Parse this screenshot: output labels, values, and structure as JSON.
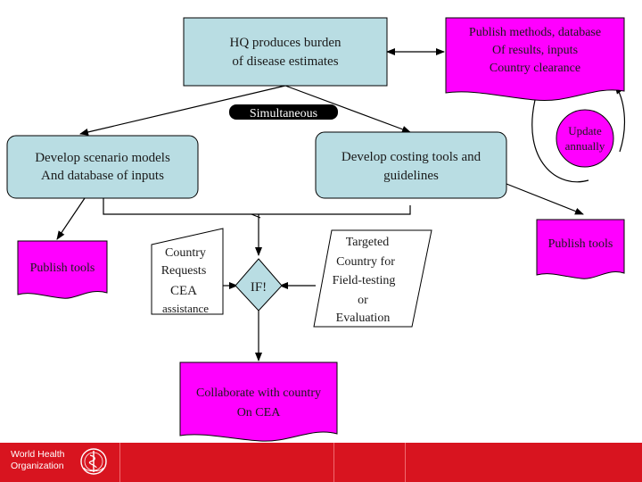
{
  "diagram": {
    "nodes": [
      {
        "id": "hq",
        "lines": [
          "HQ produces burden",
          "of disease estimates"
        ],
        "shape": "rectangle",
        "fill": "#b9dde3"
      },
      {
        "id": "publish-methods",
        "lines": [
          "Publish methods, database",
          "Of results, inputs",
          "Country clearance"
        ],
        "shape": "document",
        "fill": "#ff00ff"
      },
      {
        "id": "simultaneous",
        "lines": [
          "Simultaneous"
        ],
        "shape": "label",
        "fill": "#000000",
        "text_color": "#ffffff"
      },
      {
        "id": "scenario-models",
        "lines": [
          "Develop scenario models",
          "And database of inputs"
        ],
        "shape": "rounded-rectangle",
        "fill": "#b9dde3"
      },
      {
        "id": "costing-tools",
        "lines": [
          "Develop costing tools and",
          "guidelines"
        ],
        "shape": "rounded-rectangle",
        "fill": "#b9dde3"
      },
      {
        "id": "update-annually",
        "lines": [
          "Update",
          "annually"
        ],
        "shape": "circle",
        "fill": "#ff00ff"
      },
      {
        "id": "publish-tools-left",
        "lines": [
          "Publish tools"
        ],
        "shape": "document",
        "fill": "#ff00ff"
      },
      {
        "id": "country-requests",
        "lines": [
          "Country",
          "Requests",
          "CEA",
          "assistance"
        ],
        "shape": "manual-input",
        "fill": "#ffffff"
      },
      {
        "id": "if-decision",
        "lines": [
          "IF!"
        ],
        "shape": "diamond",
        "fill": "#b9dde3"
      },
      {
        "id": "targeted-country",
        "lines": [
          "Targeted",
          "Country for",
          "Field-testing",
          "or",
          "Evaluation"
        ],
        "shape": "parallelogram",
        "fill": "#ffffff"
      },
      {
        "id": "publish-tools-right",
        "lines": [
          "Publish tools"
        ],
        "shape": "document",
        "fill": "#ff00ff"
      },
      {
        "id": "collaborate",
        "lines": [
          "Collaborate with country",
          "On CEA"
        ],
        "shape": "document",
        "fill": "#ff00ff"
      }
    ],
    "edges": [
      {
        "from": "hq",
        "to": "publish-methods"
      },
      {
        "from": "publish-methods",
        "to": "hq"
      },
      {
        "from": "hq",
        "to": "scenario-models"
      },
      {
        "from": "hq",
        "to": "costing-tools"
      },
      {
        "from": "costing-tools",
        "to": "publish-tools-right"
      },
      {
        "from": "publish-methods",
        "to": "update-annually"
      },
      {
        "from": "update-annually",
        "to": "publish-methods"
      },
      {
        "from": "scenario-models",
        "to": "publish-tools-left"
      },
      {
        "from": "country-requests",
        "to": "if-decision"
      },
      {
        "from": "targeted-country",
        "to": "if-decision"
      },
      {
        "from": "if-decision",
        "to": "collaborate"
      }
    ]
  },
  "footer": {
    "organization": "World Health\nOrganization",
    "logo": "who-emblem-icon",
    "brand_color": "#d8141f"
  }
}
